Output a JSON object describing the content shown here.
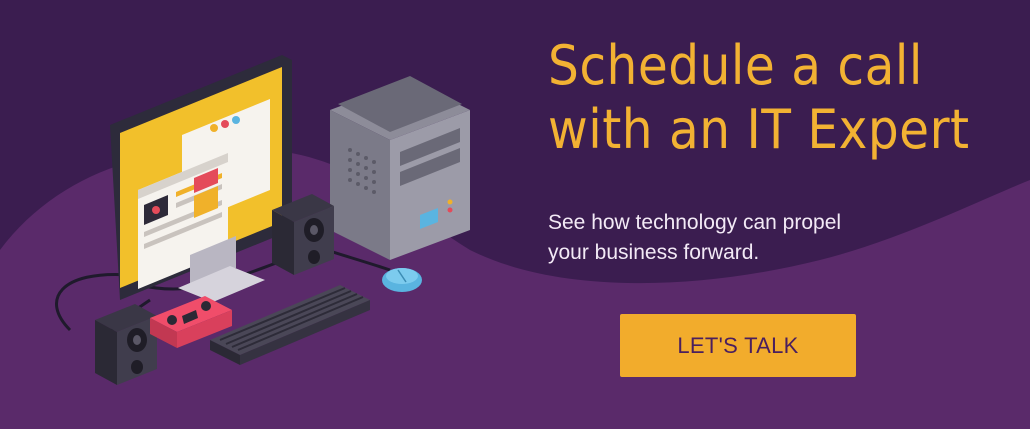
{
  "banner": {
    "headline_line1": "Schedule a call",
    "headline_line2": "with an IT Expert",
    "subtext_line1": "See how technology can propel",
    "subtext_line2": "your business forward.",
    "cta_label": "LET'S TALK"
  },
  "colors": {
    "background_dark": "#3b1d50",
    "wave_purple": "#5a2a6a",
    "headline_orange": "#f2b233",
    "button_orange": "#f2ac2c",
    "button_text": "#4a1f5e"
  },
  "illustration": {
    "icons": [
      "computer-monitor-icon",
      "desktop-tower-icon",
      "speaker-icon",
      "keyboard-icon",
      "mouse-icon",
      "router-icon"
    ]
  }
}
